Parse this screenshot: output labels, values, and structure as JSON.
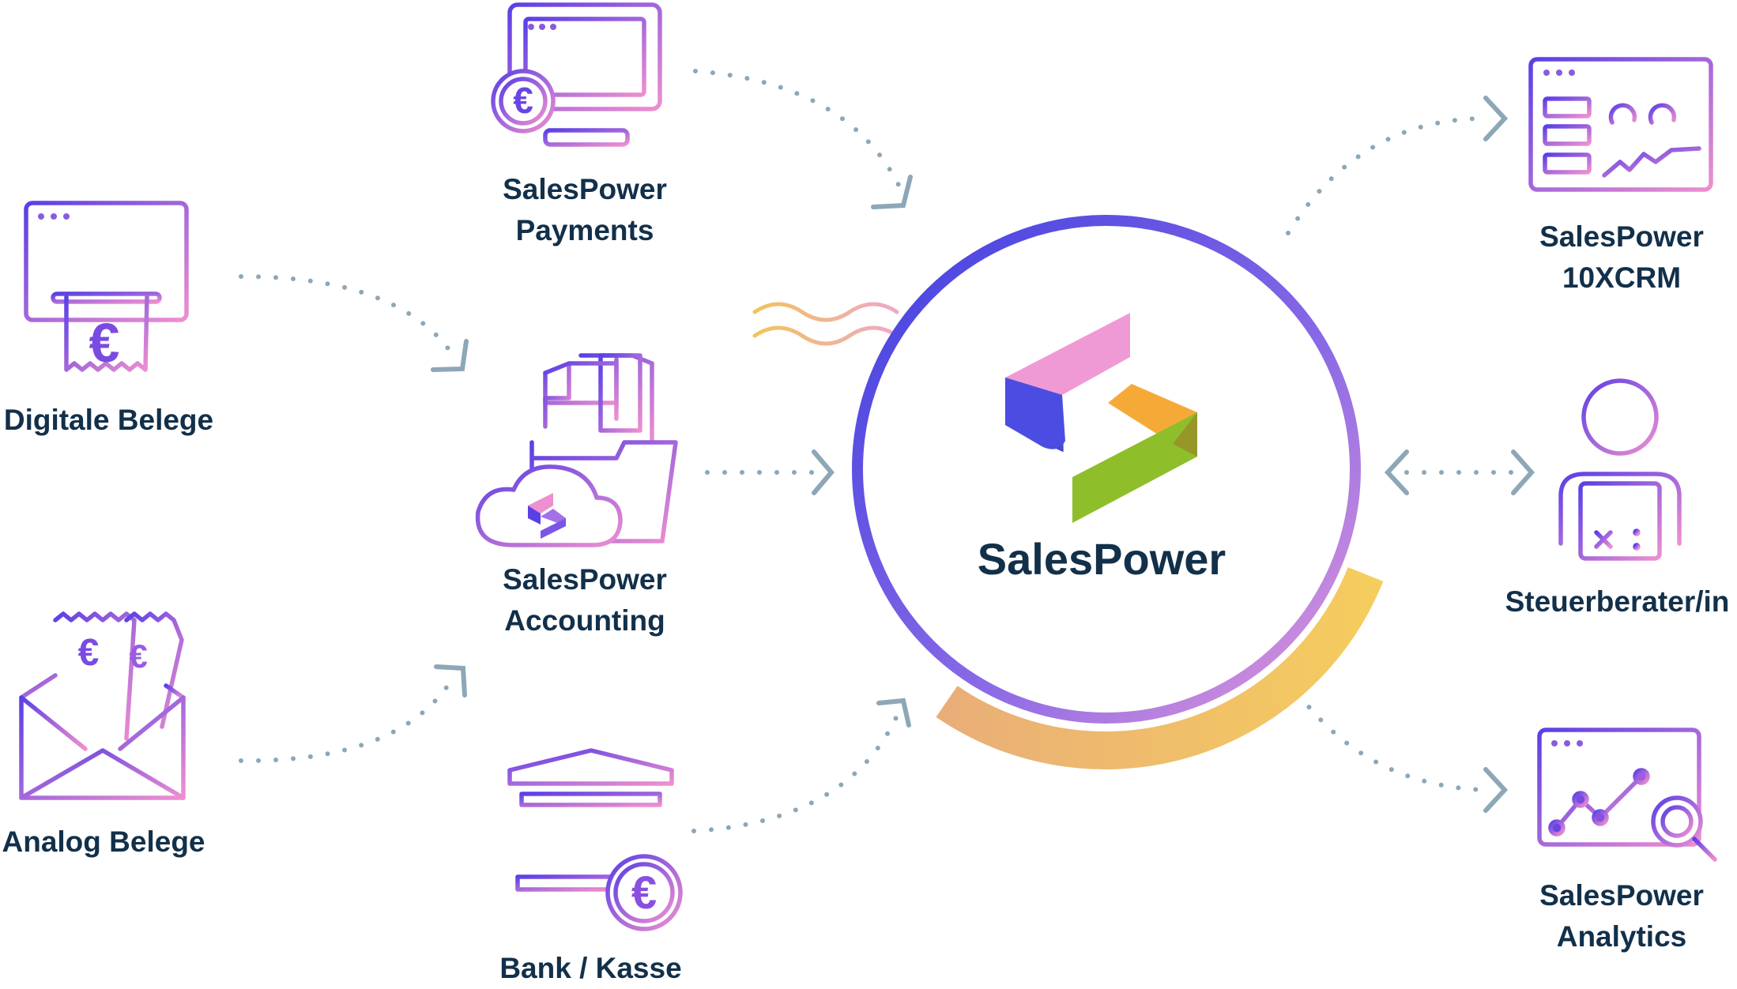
{
  "center": {
    "title": "SalesPower"
  },
  "nodes": {
    "payments": {
      "line1": "SalesPower",
      "line2": "Payments"
    },
    "digitale": {
      "line1": "Digitale Belege"
    },
    "accounting": {
      "line1": "SalesPower",
      "line2": "Accounting"
    },
    "analog": {
      "line1": "Analog Belege"
    },
    "bank": {
      "line1": "Bank / Kasse"
    },
    "crm": {
      "line1": "SalesPower",
      "line2": "10XCRM"
    },
    "steuer": {
      "line1": "Steuerberater/in"
    },
    "analytics": {
      "line1": "SalesPower",
      "line2": "Analytics"
    }
  },
  "colors": {
    "text": "#12304a",
    "ring": "#4a44e0",
    "ring_end": "#d98be0",
    "icon_start": "#5b3fe6",
    "icon_end": "#ee8fd0",
    "arrow": "#8da7b7",
    "bars": "#a6e03e",
    "accent_arc": "#f1c55c"
  }
}
